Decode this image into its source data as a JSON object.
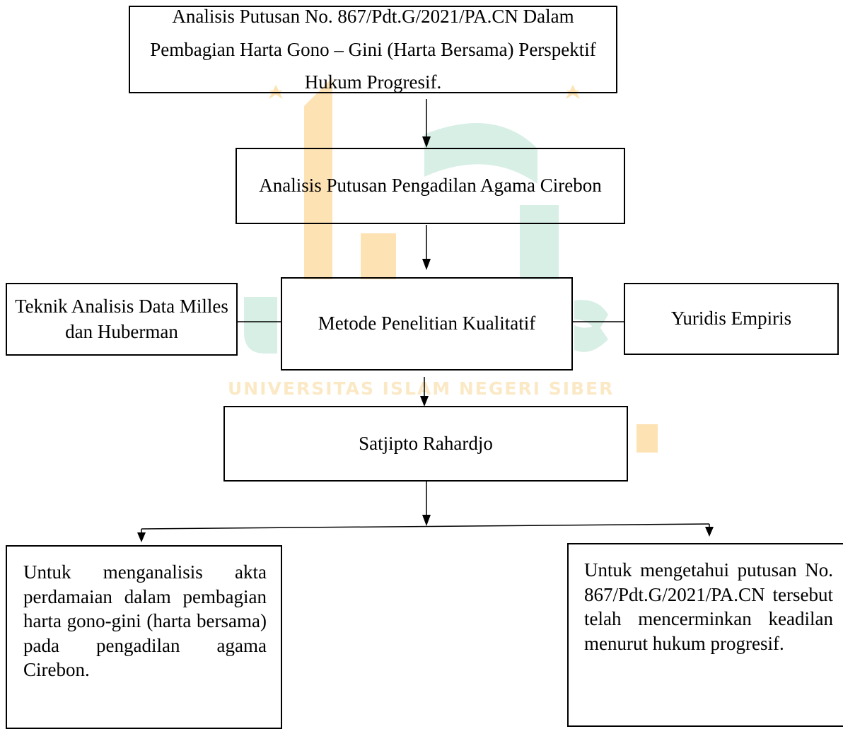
{
  "diagram": {
    "nodes": {
      "title": "Analisis Putusan No. 867/Pdt.G/2021/PA.CN Dalam Pembagian Harta Gono – Gini (Harta Bersama) Perspektif Hukum Progresif.",
      "court_analysis": "Analisis Putusan Pengadilan Agama Cirebon",
      "method": "Metode Penelitian Kualitatif",
      "technique": "Teknik Analisis Data Milles dan Huberman",
      "approach": "Yuridis Empiris",
      "theorist": "Satjipto Rahardjo",
      "objective_1": "Untuk menganalisis akta perdamaian dalam pembagian harta gono-gini (harta bersama) pada pengadilan agama Cirebon.",
      "objective_2": "Untuk mengetahui putusan No. 867/Pdt.G/2021/PA.CN tersebut telah mencerminkan keadilan menurut hukum progresif."
    },
    "watermark": {
      "text": "UNIVERSITAS ISLAM NEGERI SIBER",
      "colors": {
        "green": "#d8efe6",
        "orange": "#fde2b4",
        "text": "#fbe9c6"
      }
    },
    "line_color": "#000000"
  }
}
